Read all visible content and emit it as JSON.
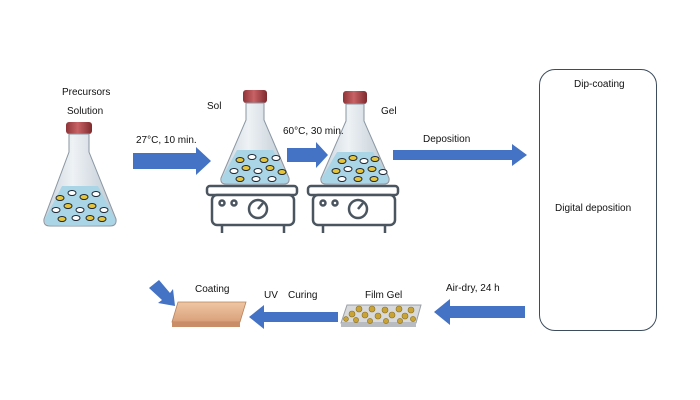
{
  "labels": {
    "precursors": "Precursors",
    "solution": "Solution",
    "sol": "Sol",
    "gel": "Gel",
    "step1": "27°C, 10 min.",
    "step2": "60°C, 30 min.",
    "deposition": "Deposition",
    "dip_coating": "Dip-coating",
    "digital_deposition": "Digital deposition",
    "air_dry": "Air-dry, 24 h",
    "film_gel": "Film Gel",
    "uv": "UV",
    "curing": "Curing",
    "coating": "Coating"
  },
  "colors": {
    "arrow": "#4472c4",
    "flask_glass": "#d6dee6",
    "flask_outline": "#8a96a2",
    "liquid": "#a9d5e6",
    "cap": "#b04a4e",
    "particle": "#e6c53a",
    "hotplate_outline": "#4a5560",
    "coating_layer": "#e8b894",
    "film_gel": "#c9a336",
    "panel_border": "#3d4d5e"
  }
}
